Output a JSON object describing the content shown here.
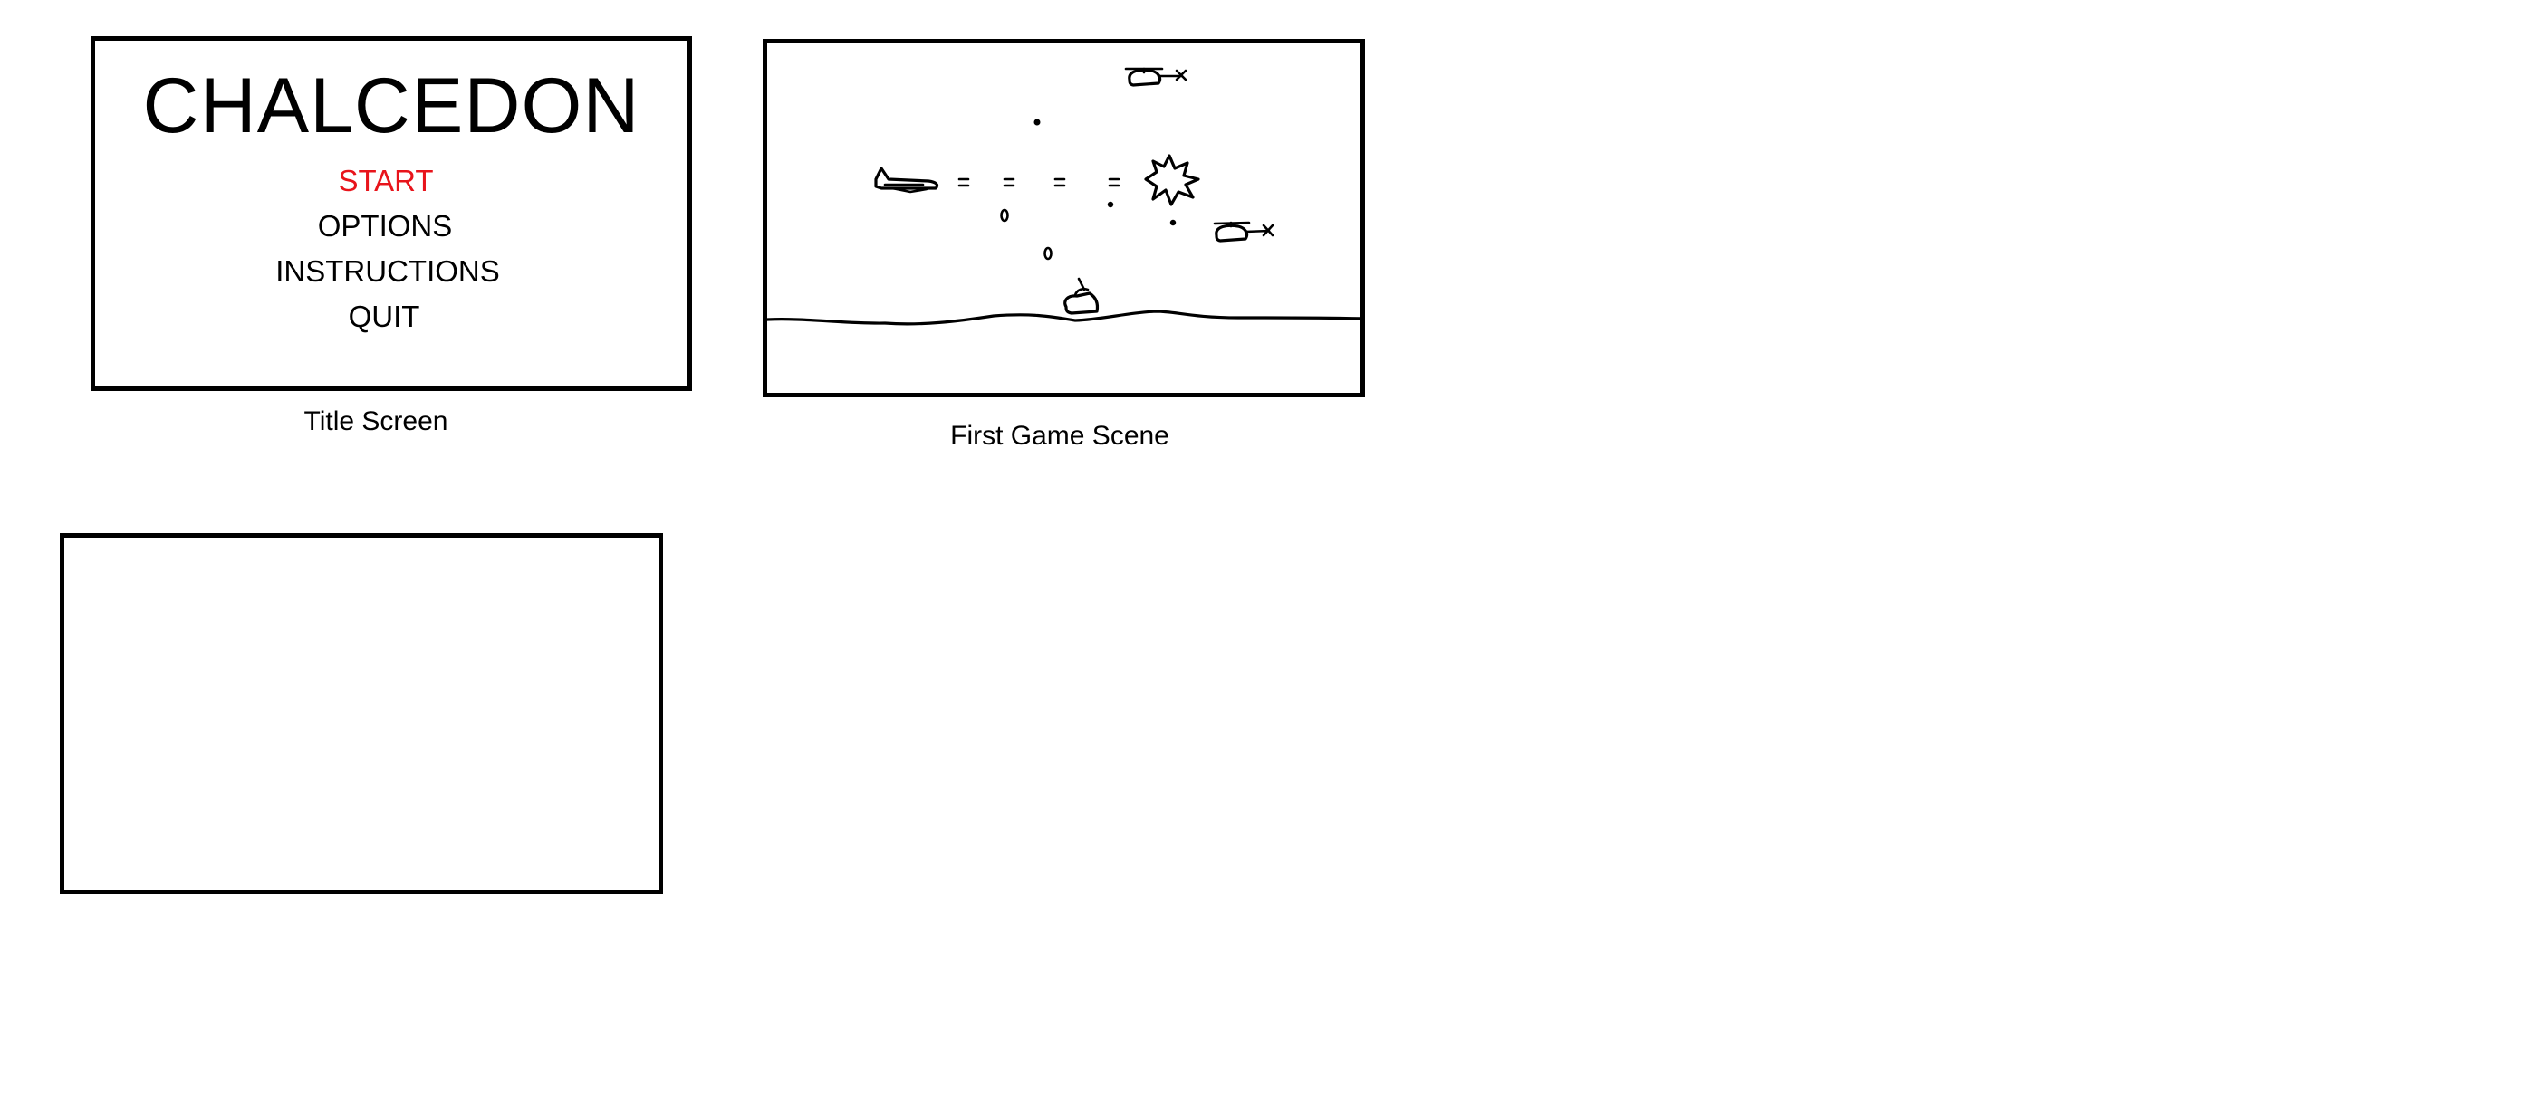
{
  "panels": {
    "title_screen": {
      "game_title": "CHALCEDON",
      "menu": [
        {
          "label": "START",
          "selected": true
        },
        {
          "label": "OPTIONS",
          "selected": false
        },
        {
          "label": "INSTRUCTIONS",
          "selected": false
        },
        {
          "label": "QUIT",
          "selected": false
        }
      ],
      "caption": "Title Screen"
    },
    "first_game_scene": {
      "caption": "First Game Scene",
      "sprites": [
        "player-jet-icon",
        "bullet-trail",
        "explosion-icon",
        "enemy-helicopter-icon",
        "enemy-helicopter-icon",
        "enemy-tank-icon",
        "ground-line"
      ]
    },
    "blank_panel": {}
  },
  "colors": {
    "selected_menu": "#e8141b",
    "ink": "#000000",
    "background": "#ffffff"
  }
}
